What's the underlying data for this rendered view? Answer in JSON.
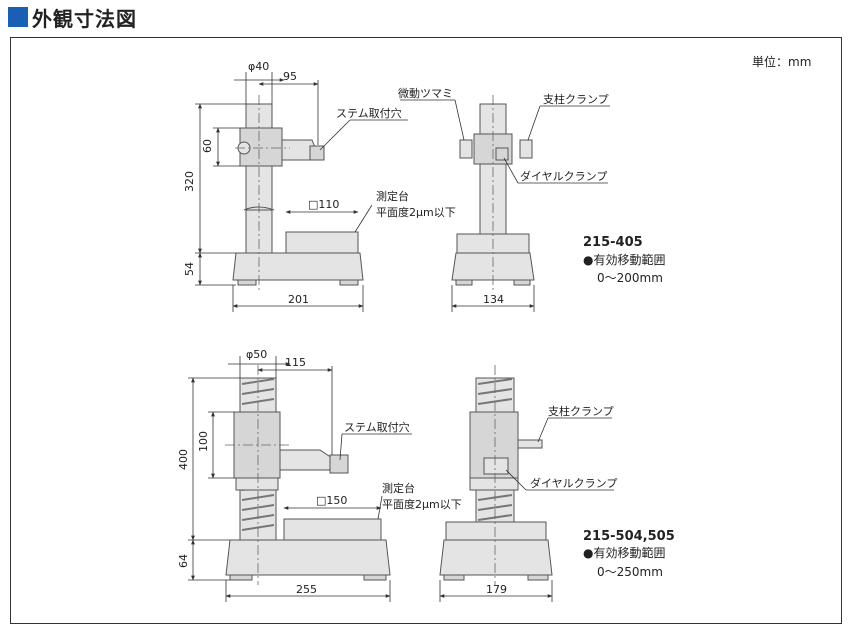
{
  "header": {
    "title": "外観寸法図",
    "accent_color": "#1a5fb4"
  },
  "unit_note": "単位：mm",
  "top_assembly": {
    "dims": {
      "phi": "φ40",
      "arm": "95",
      "height": "320",
      "clamp_h": "60",
      "base_h": "54",
      "width_front": "201",
      "width_side": "134",
      "table": "□110"
    },
    "callouts": {
      "stem_hole": "ステム取付穴",
      "stage": "測定台",
      "flatness": "平面度2μm以下",
      "fine_knob": "微動ツマミ",
      "post_clamp": "支柱クランプ",
      "dial_clamp": "ダイヤルクランプ"
    },
    "model": "215-405",
    "range_label": "●有効移動範囲",
    "range_value": "0〜200mm"
  },
  "bottom_assembly": {
    "dims": {
      "phi": "φ50",
      "arm": "115",
      "height": "400",
      "clamp_h": "100",
      "base_h": "64",
      "width_front": "255",
      "width_side": "179",
      "table": "□150"
    },
    "callouts": {
      "stem_hole": "ステム取付穴",
      "stage": "測定台",
      "flatness": "平面度2μm以下",
      "post_clamp": "支柱クランプ",
      "dial_clamp": "ダイヤルクランプ"
    },
    "model": "215-504,505",
    "range_label": "●有効移動範囲",
    "range_value": "0〜250mm"
  }
}
